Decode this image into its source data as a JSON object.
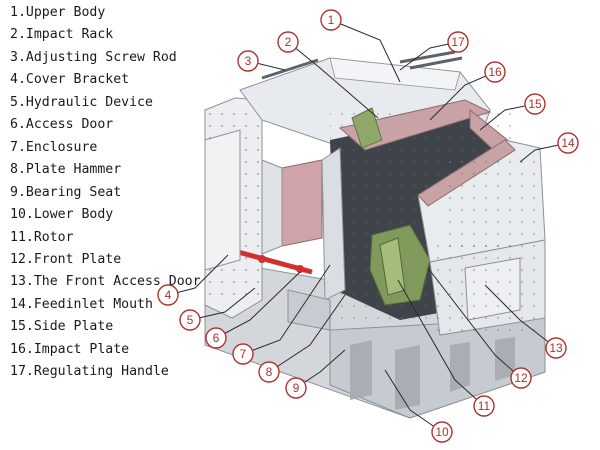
{
  "legend": [
    {
      "num": "1.",
      "label": "Upper Body"
    },
    {
      "num": "2.",
      "label": "Impact Rack"
    },
    {
      "num": "3.",
      "label": "Adjusting Screw Rod"
    },
    {
      "num": "4.",
      "label": "Cover Bracket"
    },
    {
      "num": "5.",
      "label": "Hydraulic Device"
    },
    {
      "num": "6.",
      "label": "Access Door"
    },
    {
      "num": "7.",
      "label": "Enclosure"
    },
    {
      "num": "8.",
      "label": "Plate Hammer"
    },
    {
      "num": "9.",
      "label": "Bearing Seat"
    },
    {
      "num": "10.",
      "label": "Lower Body"
    },
    {
      "num": "11.",
      "label": "Rotor"
    },
    {
      "num": "12.",
      "label": "Front Plate"
    },
    {
      "num": "13.",
      "label": "The Front Access Door"
    },
    {
      "num": "14.",
      "label": "Feedinlet Mouth"
    },
    {
      "num": "15.",
      "label": "Side Plate"
    },
    {
      "num": "16.",
      "label": "Impact Plate"
    },
    {
      "num": "17.",
      "label": "Regulating Handle"
    }
  ],
  "callouts": [
    "1",
    "2",
    "3",
    "4",
    "5",
    "6",
    "7",
    "8",
    "9",
    "10",
    "11",
    "12",
    "13",
    "14",
    "15",
    "16",
    "17"
  ],
  "colors": {
    "callout": "#b1322d",
    "machine_body": "#e3e6ea",
    "machine_shadow": "#b9bec6",
    "liner_pink": "#c9a2a6",
    "liner_green": "#8fa86a",
    "hydraulic_red": "#d23030"
  }
}
